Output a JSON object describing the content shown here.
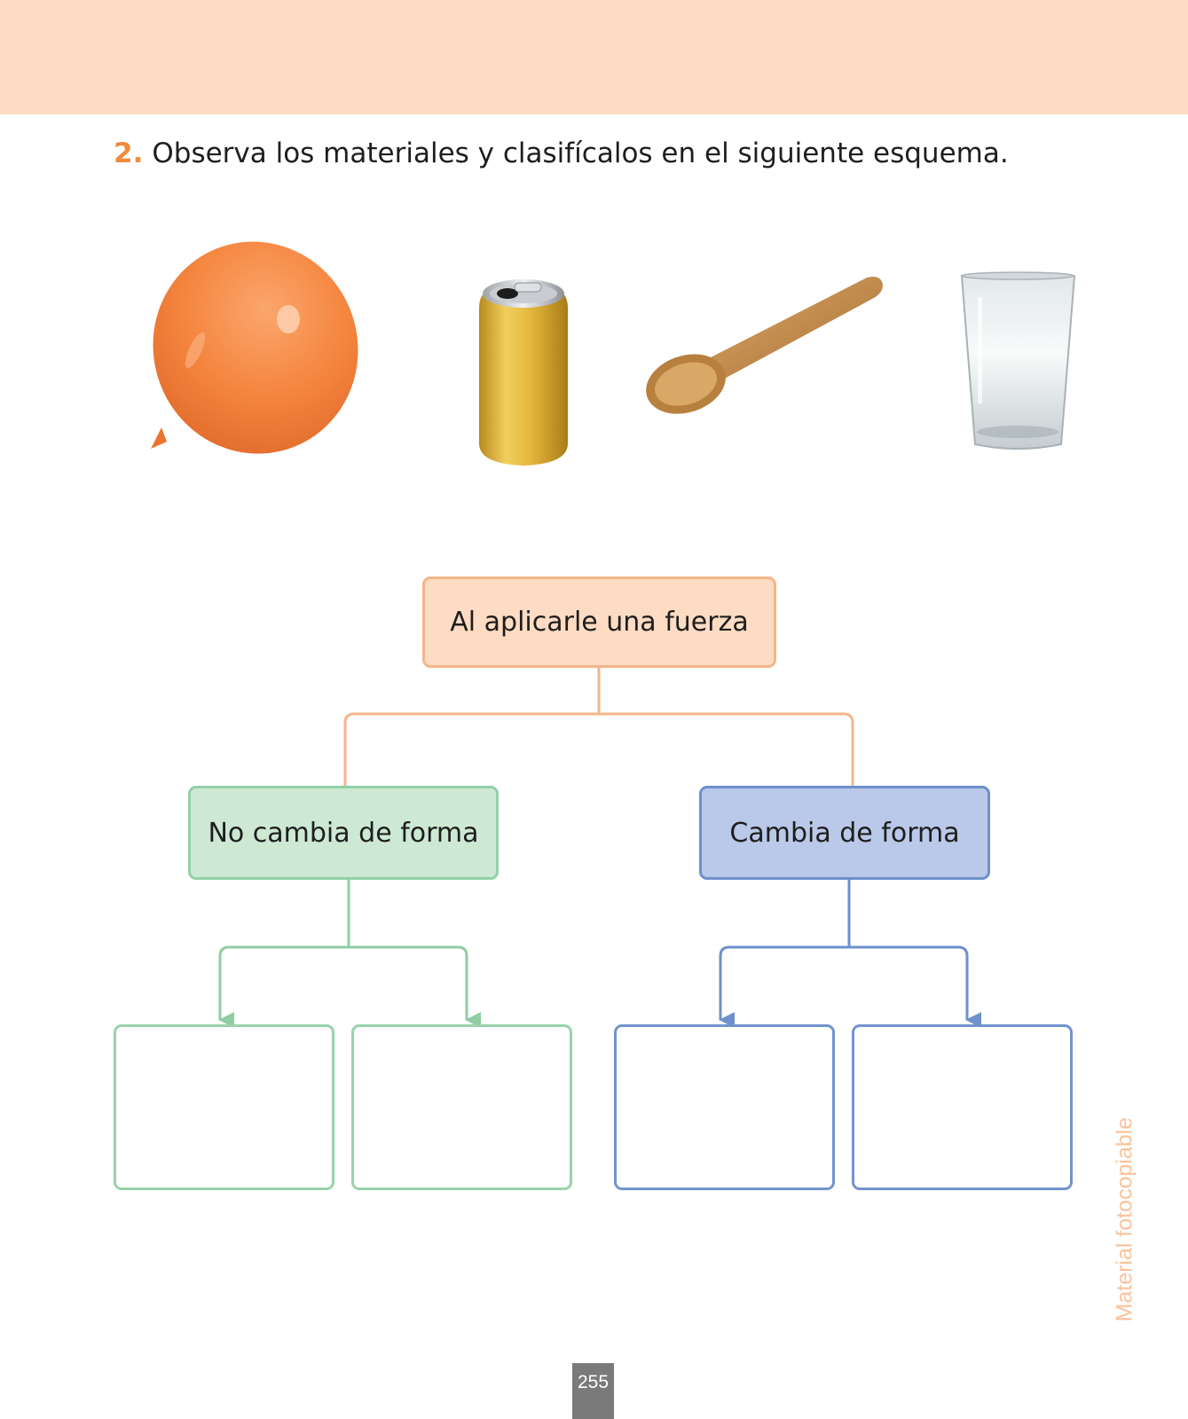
{
  "question": {
    "number": "2.",
    "text": "Observa los materiales y clasifícalos en el siguiente esquema."
  },
  "materials": [
    {
      "icon": "balloon-icon",
      "color": "#f4843d"
    },
    {
      "icon": "can-icon",
      "color": "#d9a92a"
    },
    {
      "icon": "wooden-spoon-icon",
      "color": "#c18a4a"
    },
    {
      "icon": "glass-icon",
      "color": "#d9e0e3"
    }
  ],
  "scheme": {
    "root": "Al aplicarle una fuerza",
    "left": "No cambia de forma",
    "right": "Cambia de forma",
    "colors": {
      "root_fill": "#fddcc3",
      "root_border": "#f5b58a",
      "green_fill": "#cde9d3",
      "green_border": "#92d0a7",
      "blue_fill": "#bac8e9",
      "blue_border": "#6e90cc"
    }
  },
  "side_label": "Material fotocopiable",
  "page_number": "255",
  "header_color": "#fddcc3"
}
